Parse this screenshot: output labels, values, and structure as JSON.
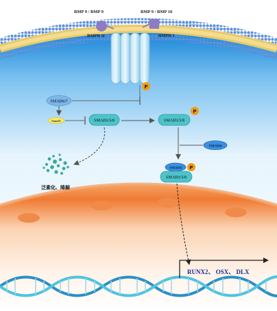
{
  "ligands": {
    "left_label": "BMP 9 / BMP 9",
    "right_label": "BMP 9 / BMP 10"
  },
  "receptors": {
    "type2_label": "BMPR II",
    "type1_label": "BMPR I"
  },
  "phospho": {
    "label": "P"
  },
  "nodes": {
    "smad67": "SMAD6/7",
    "smurf": "Smurf1",
    "smad158_inactive": "SMAD1/5/8",
    "smad158_active": "SMAD1/5/8",
    "smad4": "SMAD4",
    "complex_smad4": "SMAD4",
    "complex_smad158": "SMAD1/5/8"
  },
  "degradation": {
    "label": "泛素化、降解"
  },
  "targets": {
    "label": "RUNX2、 OSX、 DLX"
  },
  "colors": {
    "membrane_head": "#5b8fd6",
    "membrane_tail": "#e8c96a",
    "cytoplasm_top": "#1e88d9",
    "nucleus_outer": "#f07f3a",
    "smad_teal": "#4fc3c8",
    "smad_blue": "#3b8fe0",
    "phospho_orange": "#f39c12",
    "ligand_purple": "#8e7cc3",
    "dna_blue": "#2a8fc4"
  }
}
